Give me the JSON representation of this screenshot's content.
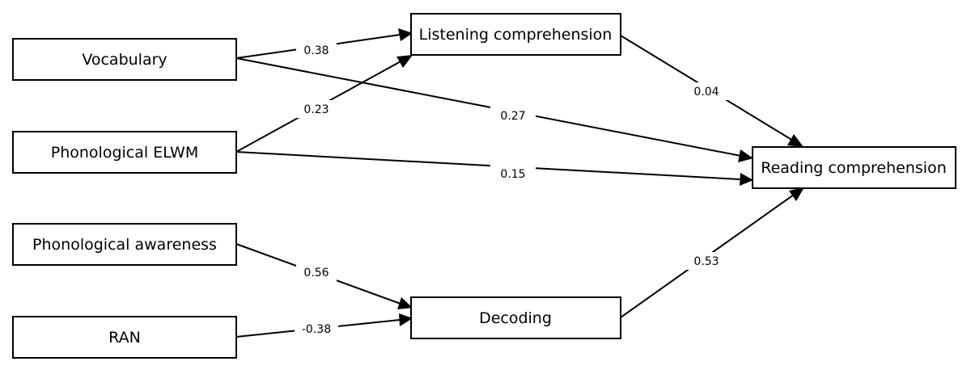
{
  "nodes": {
    "vocabulary": "Vocabulary",
    "phonological_elwm": "Phonological ELWM",
    "phonological_awareness": "Phonological awareness",
    "ran": "RAN",
    "listening_comprehension": "Listening comprehension",
    "decoding": "Decoding",
    "reading_comprehension": "Reading comprehension"
  },
  "paths": {
    "vocab_to_listening": "0.38",
    "elwm_to_listening": "0.23",
    "vocab_to_reading": "0.27",
    "elwm_to_reading": "0.15",
    "listening_to_reading": "0.04",
    "awareness_to_decoding": "0.56",
    "ran_to_decoding": "-0.38",
    "decoding_to_reading": "0.53"
  },
  "colors": {
    "stroke": "#000000",
    "background": "#ffffff"
  }
}
